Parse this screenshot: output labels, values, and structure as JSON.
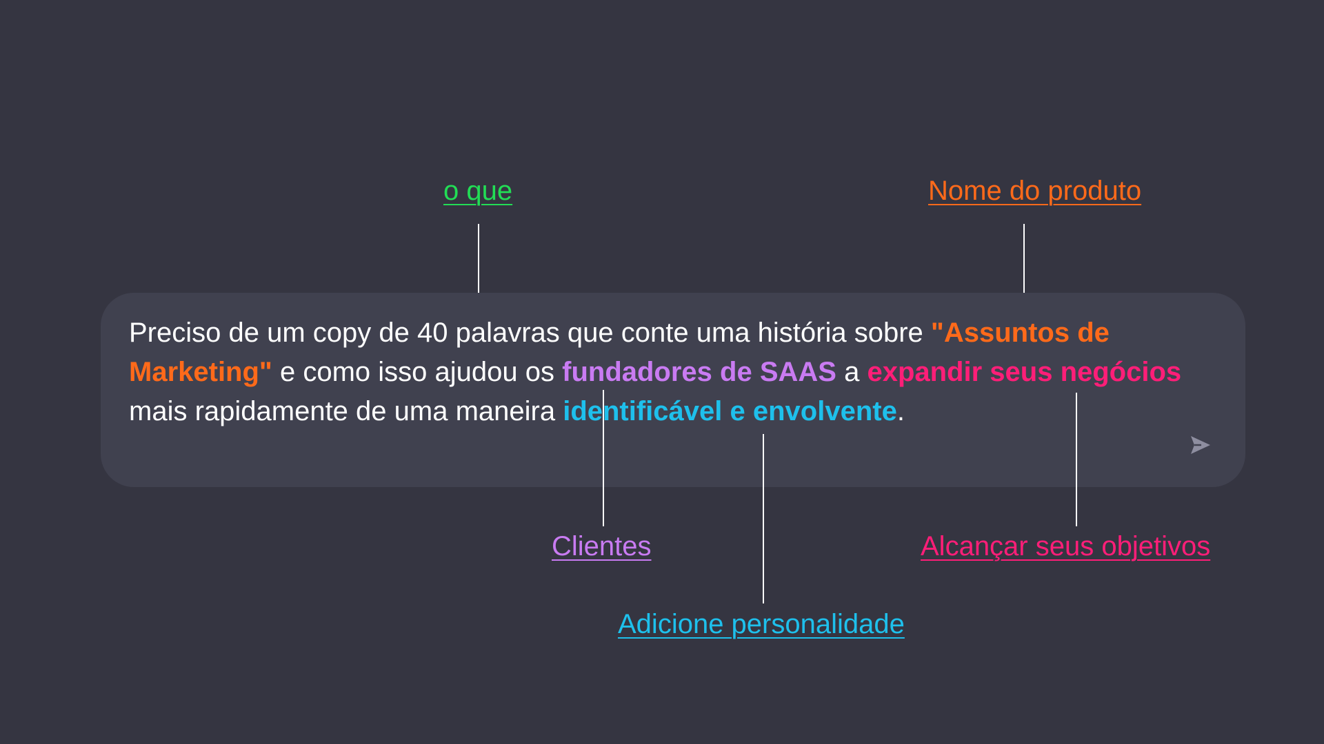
{
  "colors": {
    "background": "#353541",
    "box": "#40414f",
    "text": "#ffffff",
    "green": "#22dd55",
    "orange": "#ff6a1a",
    "purple": "#c97bf2",
    "pink": "#ff1e78",
    "cyan": "#1ec0ec"
  },
  "labels": {
    "what": "o que",
    "product_name": "Nome do produto",
    "clients": "Clientes",
    "goals": "Alcançar seus objetivos",
    "personality": "Adicione personalidade"
  },
  "prompt": {
    "part1": "Preciso de um copy de 40 palavras que conte uma história sobre ",
    "product": "\"Assuntos de Marketing\"",
    "part2": " e como isso ajudou os ",
    "clients": "fundadores de SAAS",
    "part3": " a ",
    "goal": "expandir seus negócios",
    "part4": " mais rapidamente de uma maneira ",
    "personality": "identificável e envolvente",
    "part5": "."
  },
  "icons": {
    "send": "send-icon"
  }
}
